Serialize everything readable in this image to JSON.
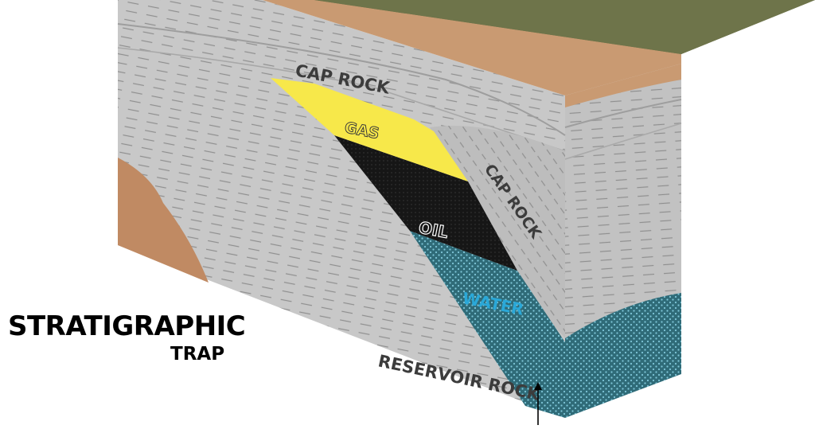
{
  "title": "STRATIGRAPHIC",
  "subtitle": "TRAP",
  "labels": {
    "cap_rock_top": "CAP ROCK",
    "cap_rock_side": "CAP ROCK",
    "gas": "GAS",
    "oil": "OIL",
    "water": "WATER",
    "reservoir_rock": "RESERVOIR ROCK"
  },
  "colors": {
    "surface": "#6e744a",
    "soil": "#c99a72",
    "rock": "#c8c8c8",
    "rock_dark": "#b4b4b4",
    "gas": "#f7e84a",
    "oil": "#161616",
    "water": "#2f6b78",
    "water_label": "#2aa8d8"
  }
}
